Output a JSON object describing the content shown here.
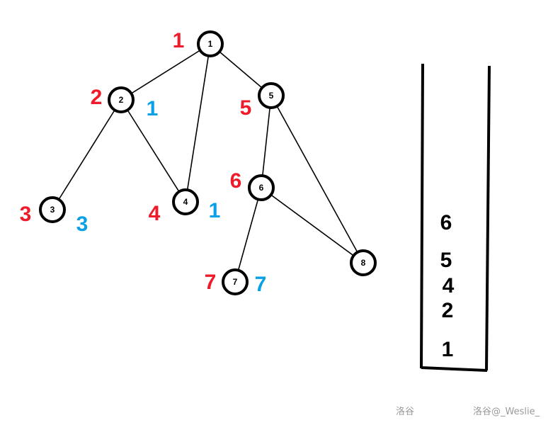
{
  "graph": {
    "nodes": [
      "1",
      "2",
      "3",
      "4",
      "5",
      "6",
      "7",
      "8"
    ],
    "edges": [
      [
        "1",
        "2"
      ],
      [
        "1",
        "4"
      ],
      [
        "1",
        "5"
      ],
      [
        "2",
        "3"
      ],
      [
        "2",
        "4"
      ],
      [
        "5",
        "6"
      ],
      [
        "5",
        "8"
      ],
      [
        "6",
        "7"
      ],
      [
        "6",
        "8"
      ]
    ],
    "dfn_labels": {
      "1": "1",
      "2": "2",
      "3": "3",
      "4": "4",
      "5": "5",
      "6": "6",
      "7": "7"
    },
    "low_labels": {
      "2": "1",
      "3": "3",
      "4": "1",
      "7": "7"
    },
    "dfn_color": "#ee1c2b",
    "low_color": "#0aa0e6"
  },
  "stack": {
    "items": [
      "6",
      "5",
      "4",
      "2",
      "1"
    ]
  },
  "watermarks": {
    "left": "洛谷",
    "right": "洛谷@_Weslie_"
  }
}
